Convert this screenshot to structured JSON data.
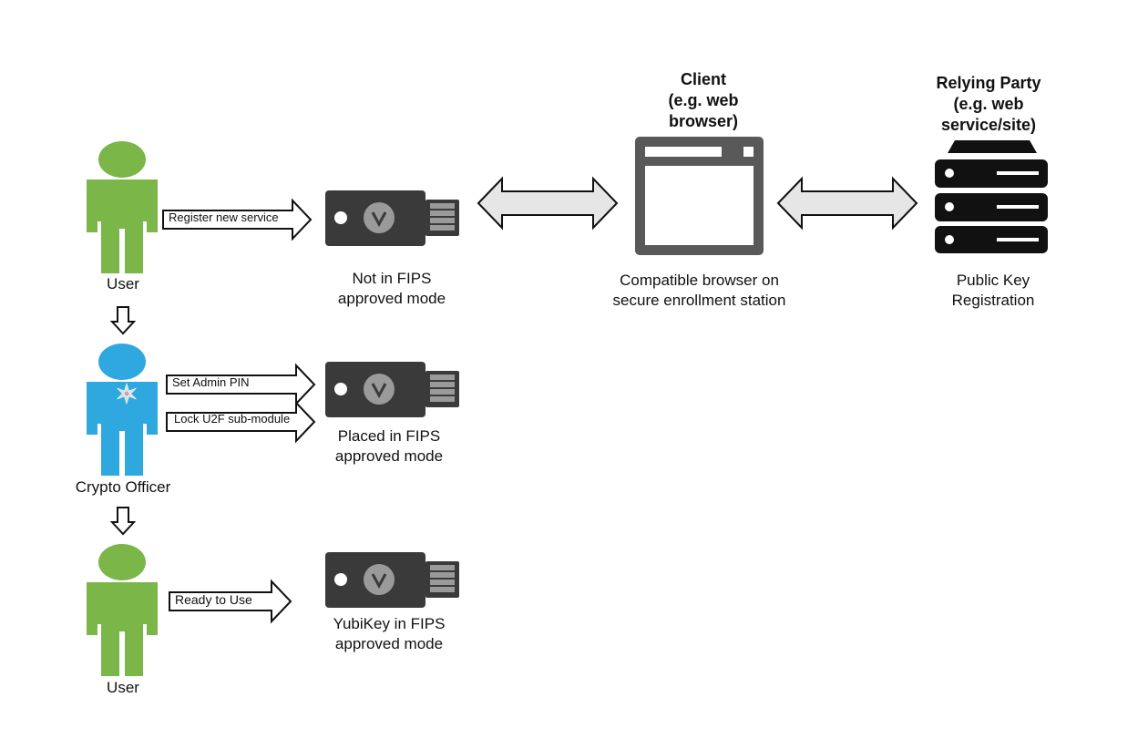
{
  "colors": {
    "user_green": "#7ab648",
    "officer_blue": "#2fa8df",
    "device_dark": "#3a3a3a",
    "device_contact": "#9a9a9a",
    "browser_gray": "#595959",
    "server_black": "#111111",
    "double_arrow_fill": "#e6e6e6"
  },
  "actors": {
    "user_top": {
      "label": "User",
      "icon": "person-icon"
    },
    "crypto_officer": {
      "label": "Crypto Officer",
      "icon": "person-with-star-icon"
    },
    "user_bottom": {
      "label": "User",
      "icon": "person-icon"
    }
  },
  "arrows": {
    "register": "Register new service",
    "set_admin_pin": "Set Admin PIN",
    "lock_u2f": "Lock U2F sub-module",
    "ready": "Ready to Use"
  },
  "devices": {
    "not_fips": "Not in FIPS\napproved mode",
    "placed_fips": "Placed in FIPS\napproved mode",
    "ready_fips": "YubiKey in FIPS\napproved mode"
  },
  "client": {
    "heading": "Client\n(e.g. web\nbrowser)",
    "caption": "Compatible browser on\nsecure enrollment station",
    "icon": "browser-window-icon"
  },
  "relying_party": {
    "heading": "Relying Party\n(e.g. web\nservice/site)",
    "caption": "Public Key\nRegistration",
    "icon": "server-icon"
  }
}
